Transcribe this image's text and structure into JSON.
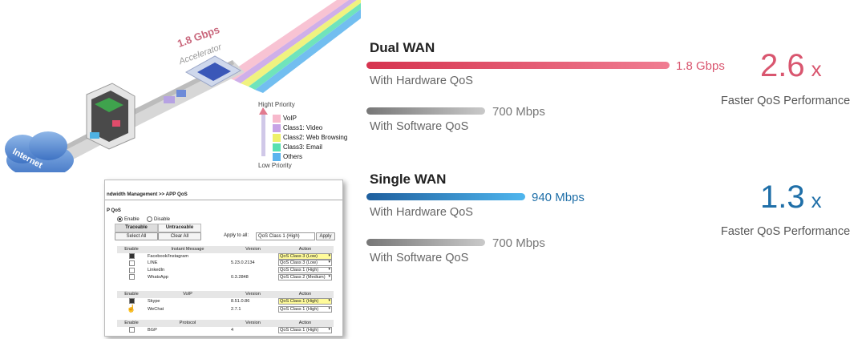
{
  "illustration": {
    "speed_label": "1.8 Gbps",
    "accelerator_label": "Accelerator",
    "cloud_label": "Internet",
    "priority_high": "Hight Priority",
    "priority_low": "Low Priority",
    "priority_classes": [
      {
        "label": "VoIP",
        "color": "#f7b9cc"
      },
      {
        "label": "Class1: Video",
        "color": "#c7a2e6"
      },
      {
        "label": "Class2: Web Browsing",
        "color": "#eef06a"
      },
      {
        "label": "Class3: Email",
        "color": "#58e0b0"
      },
      {
        "label": "Others",
        "color": "#5ab3ee"
      }
    ]
  },
  "screenshot": {
    "breadcrumb": "ndwidth Management >> APP QoS",
    "section": "P QoS",
    "enable_label": "Enable",
    "disable_label": "Disable",
    "tab_traceable": "Traceable",
    "tab_untraceable": "Untraceable",
    "select_all": "Select All",
    "clear_all": "Clear All",
    "apply_to_all_label": "Apply to all:",
    "apply_to_all_value": "QoS Class 1 (High)",
    "apply_button": "Apply",
    "groups": [
      {
        "headers": [
          "Enable",
          "Instant Message",
          "Version",
          "Action"
        ],
        "rows": [
          {
            "checked": true,
            "name": "Facebook/Instagram",
            "version": "",
            "action": "QoS Class 3 (Low)",
            "highlight": true
          },
          {
            "checked": false,
            "name": "LINE",
            "version": "5.23.0.2134",
            "action": "QoS Class 3 (Low)",
            "highlight": false
          },
          {
            "checked": false,
            "name": "LinkedIn",
            "version": "",
            "action": "QoS Class 1 (High)",
            "highlight": false
          },
          {
            "checked": false,
            "name": "WhatsApp",
            "version": "0.3.2848",
            "action": "QoS Class 2 (Medium)",
            "highlight": false
          }
        ]
      },
      {
        "headers": [
          "Enable",
          "VoIP",
          "Version",
          "Action"
        ],
        "rows": [
          {
            "checked": true,
            "name": "Skype",
            "version": "8.51.0.86",
            "action": "QoS Class 1 (High)",
            "highlight": true
          },
          {
            "checked": false,
            "name": "WeChat",
            "version": "2.7.1",
            "action": "QoS Class 1 (High)",
            "highlight": false
          }
        ]
      },
      {
        "headers": [
          "Enable",
          "Protocol",
          "Version",
          "Action"
        ],
        "rows": [
          {
            "checked": false,
            "name": "BGP",
            "version": "4",
            "action": "QoS Class 1 (High)",
            "highlight": false
          }
        ]
      }
    ]
  },
  "comparison": {
    "dual": {
      "title": "Dual WAN",
      "hw_value": "1.8 Gbps",
      "hw_label": "With Hardware QoS",
      "sw_value": "700 Mbps",
      "sw_label": "With Software QoS",
      "multiplier": "2.6",
      "multiplier_x": "x",
      "faster": "Faster QoS Performance",
      "accent": "#d9566f"
    },
    "single": {
      "title": "Single WAN",
      "hw_value": "940 Mbps",
      "hw_label": "With Hardware QoS",
      "sw_value": "700 Mbps",
      "sw_label": "With Software QoS",
      "multiplier": "1.3",
      "multiplier_x": "x",
      "faster": "Faster QoS Performance",
      "accent": "#1f6fa8"
    }
  }
}
